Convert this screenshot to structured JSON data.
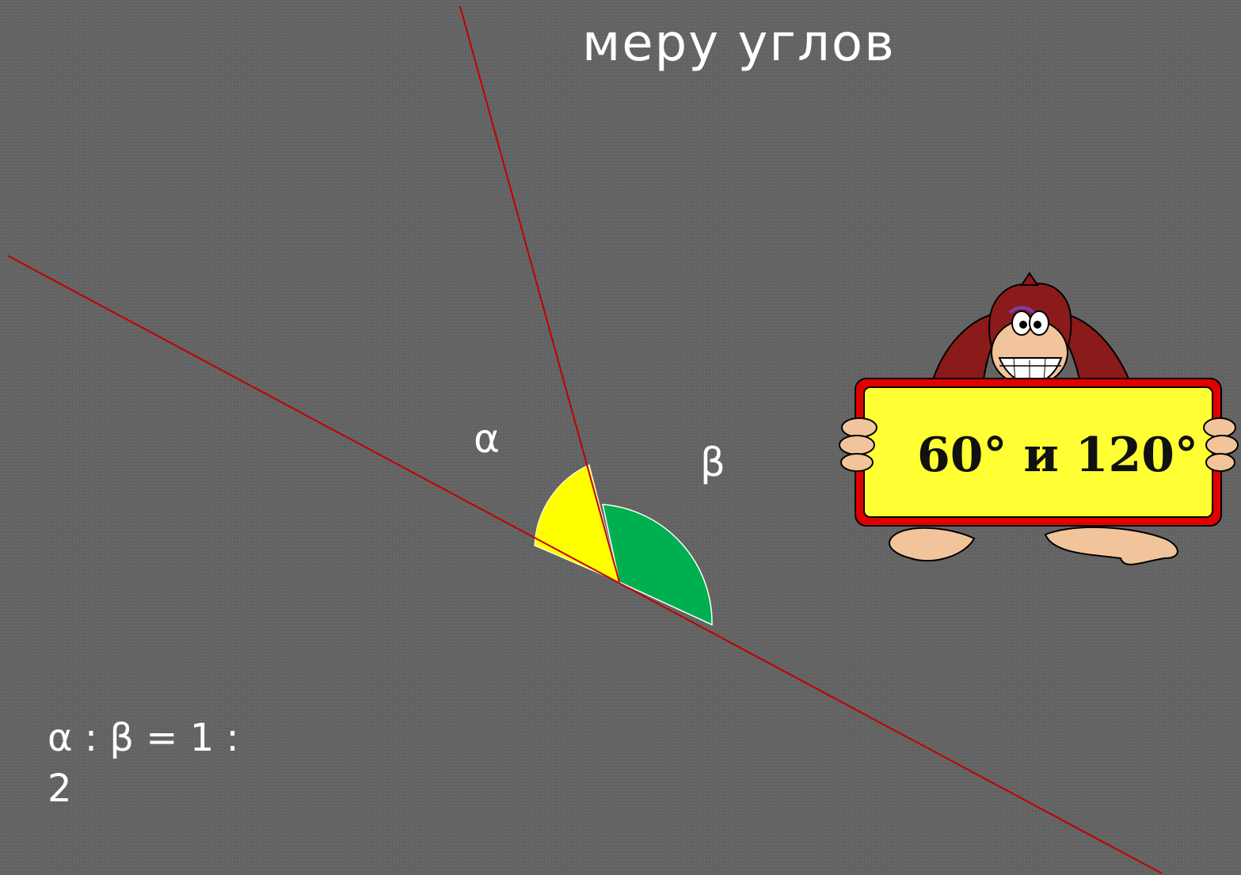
{
  "title": "меру углов",
  "labels": {
    "alpha": "α",
    "beta": "β"
  },
  "ratio": {
    "line1": "α : β = 1 :",
    "line2": "2"
  },
  "sign": {
    "text": "60°  и 120°"
  },
  "colors": {
    "background": "#626262",
    "lines": "#c00000",
    "alpha_sector": "#ffff00",
    "beta_sector": "#00b050",
    "sign_fill": "#ffff33",
    "sign_border": "#e00000"
  },
  "icons": {
    "mascot": "monkey-holding-sign-icon"
  }
}
